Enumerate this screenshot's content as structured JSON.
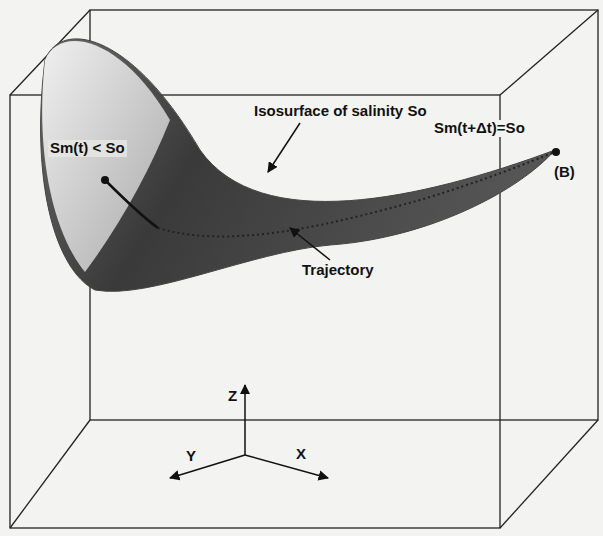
{
  "diagram": {
    "labels": [
      "Sm(t) < So",
      "Isosurface of salinity So",
      "Sm(t+Δt)=So",
      "(B)",
      "Trajectory",
      "Z",
      "Y",
      "X"
    ]
  }
}
